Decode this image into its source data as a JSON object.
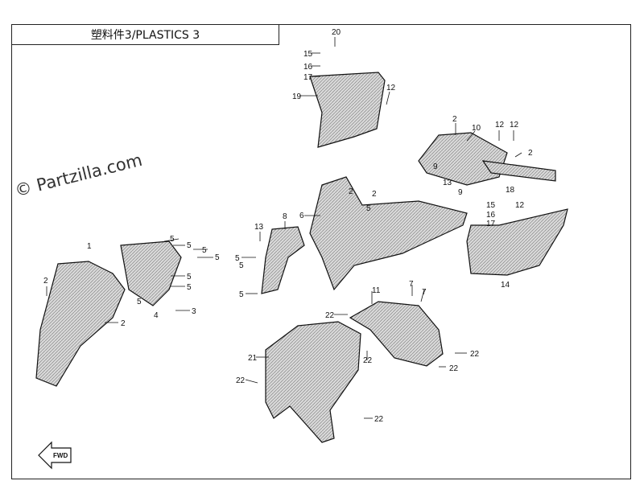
{
  "title": "塑料件3/PLASTICS 3",
  "watermark": "© Partzilla.com",
  "fwd_label": "FWD",
  "callouts": {
    "c20": "20",
    "c15a": "15",
    "c16a": "16",
    "c17a": "17",
    "c19": "19",
    "c12a": "12",
    "c2a": "2",
    "c10": "10",
    "c12b": "12",
    "c12c": "12",
    "c2b": "2",
    "c9a": "9",
    "c13": "13",
    "c9b": "9",
    "c18": "18",
    "c15b": "15",
    "c16b": "16",
    "c12d": "12",
    "c17b": "17",
    "c14": "14",
    "c6": "6",
    "c2c": "2",
    "c5a": "5",
    "c2d": "2",
    "c8": "8",
    "c13b": "13",
    "c5b": "5",
    "c5c": "5",
    "c5d": "5",
    "c5e": "5",
    "c1": "1",
    "c5f": "5",
    "c5g": "5",
    "c5h": "5",
    "c5i": "5",
    "c5j": "5",
    "c5k": "5",
    "c4": "4",
    "c3": "3",
    "c2e": "2",
    "c2f": "2",
    "c11": "11",
    "c7a": "7",
    "c7b": "7",
    "c22a": "22",
    "c21": "21",
    "c22b": "22",
    "c22c": "22",
    "c22d": "22",
    "c22e": "22",
    "c22f": "22"
  }
}
